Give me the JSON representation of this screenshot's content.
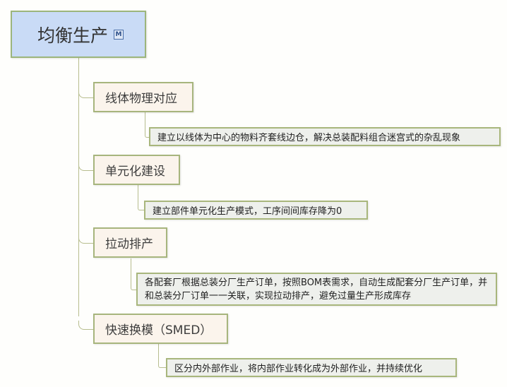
{
  "mindmap": {
    "root": {
      "label": "均衡生产",
      "marker_icon": "M"
    },
    "topics": [
      {
        "label": "线体物理对应",
        "detail": "建立以线体为中心的物料齐套线边仓，解决总装配料组合迷宫式的杂乱现象"
      },
      {
        "label": "单元化建设",
        "detail": "建立部件单元化生产模式，工序间间库存降为0"
      },
      {
        "label": "拉动排产",
        "detail": "各配套厂根据总装分厂生产订单，按照BOM表需求，自动生成配套分厂生产订单，并和总装分厂订单一一关联，实现拉动排产，避免过量生产形成库存"
      },
      {
        "label": "快速换模（SMED）",
        "detail": "区分内外部作业，将内部作业转化成为外部作业，并持续优化"
      }
    ]
  },
  "colors": {
    "root_fill": "#c9dbf6",
    "topic_fill": "#fbf4ec",
    "detail_fill": "#eef0ec",
    "border": "#a7b57d",
    "connector": "#b7bd8e"
  }
}
